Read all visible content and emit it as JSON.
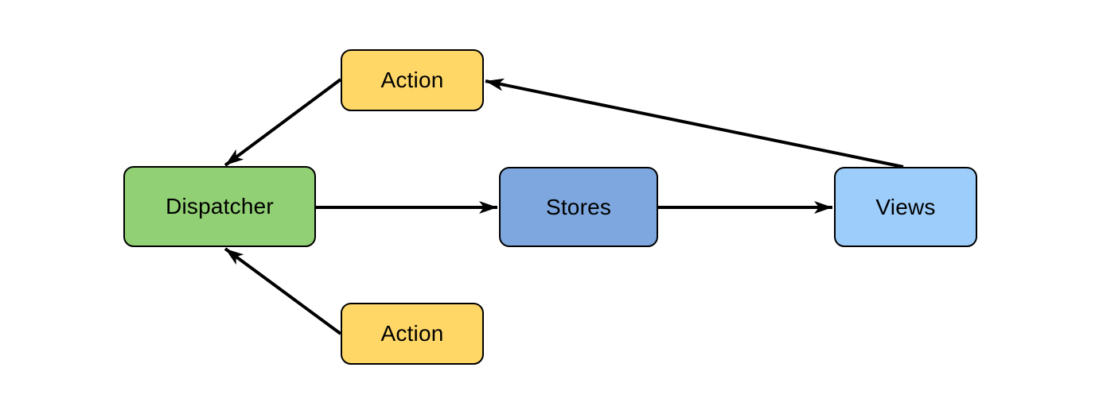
{
  "diagram": {
    "background": "#ffffff",
    "edge_color": "#000000",
    "nodes": [
      {
        "id": "action-top",
        "label": "Action",
        "fill": "#FED767",
        "stroke": "#000000"
      },
      {
        "id": "dispatcher",
        "label": "Dispatcher",
        "fill": "#91D074",
        "stroke": "#000000"
      },
      {
        "id": "stores",
        "label": "Stores",
        "fill": "#7DA7DE",
        "stroke": "#000000"
      },
      {
        "id": "views",
        "label": "Views",
        "fill": "#9DCDFB",
        "stroke": "#000000"
      },
      {
        "id": "action-bottom",
        "label": "Action",
        "fill": "#FED767",
        "stroke": "#000000"
      }
    ],
    "edges": [
      {
        "from": "action-top",
        "to": "dispatcher"
      },
      {
        "from": "dispatcher",
        "to": "stores"
      },
      {
        "from": "stores",
        "to": "views"
      },
      {
        "from": "views",
        "to": "action-top"
      },
      {
        "from": "action-bottom",
        "to": "dispatcher"
      }
    ]
  }
}
